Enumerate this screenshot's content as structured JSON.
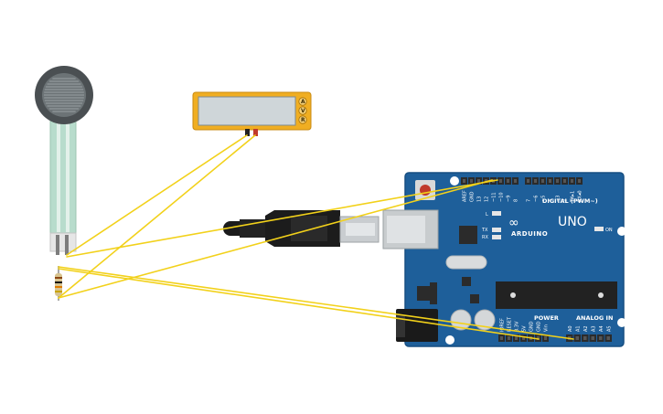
{
  "colors": {
    "wire": "#f2d11a",
    "board": "#1e5f9a",
    "board_edge": "#174f82",
    "header": "#2b2b2b",
    "multimeter_body": "#f0ae22",
    "multimeter_screen": "#cfd6d9",
    "sensor_disc": "#4a4f52",
    "sensor_strip": "#b8dccc"
  },
  "arduino": {
    "logo_symbol": "∞",
    "model": "UNO",
    "brand": "ARDUINO",
    "digital_label": "DIGITAL (PWM~)",
    "power_label": "POWER",
    "analog_label": "ANALOG IN",
    "on_label": "ON",
    "led_l": "L",
    "led_tx": "TX",
    "led_rx": "RX",
    "digital_pins": [
      "AREF",
      "GND",
      "13",
      "12",
      "~11",
      "~10",
      "~9",
      "8",
      "7",
      "~6",
      "~5",
      "4",
      "~3",
      "2",
      "TX▸1",
      "RX◂0"
    ],
    "power_pins": [
      "IOREF",
      "RESET",
      "3.3V",
      "5V",
      "GND",
      "GND",
      "Vin"
    ],
    "analog_pins": [
      "A0",
      "A1",
      "A2",
      "A3",
      "A4",
      "A5"
    ]
  },
  "multimeter": {
    "mode_buttons": [
      "A",
      "V",
      "R"
    ]
  },
  "icons": {
    "usb_cable": "usb-cable-icon",
    "force_sensor": "force-sensitive-resistor-icon",
    "resistor": "resistor-icon",
    "multimeter": "multimeter-icon"
  }
}
